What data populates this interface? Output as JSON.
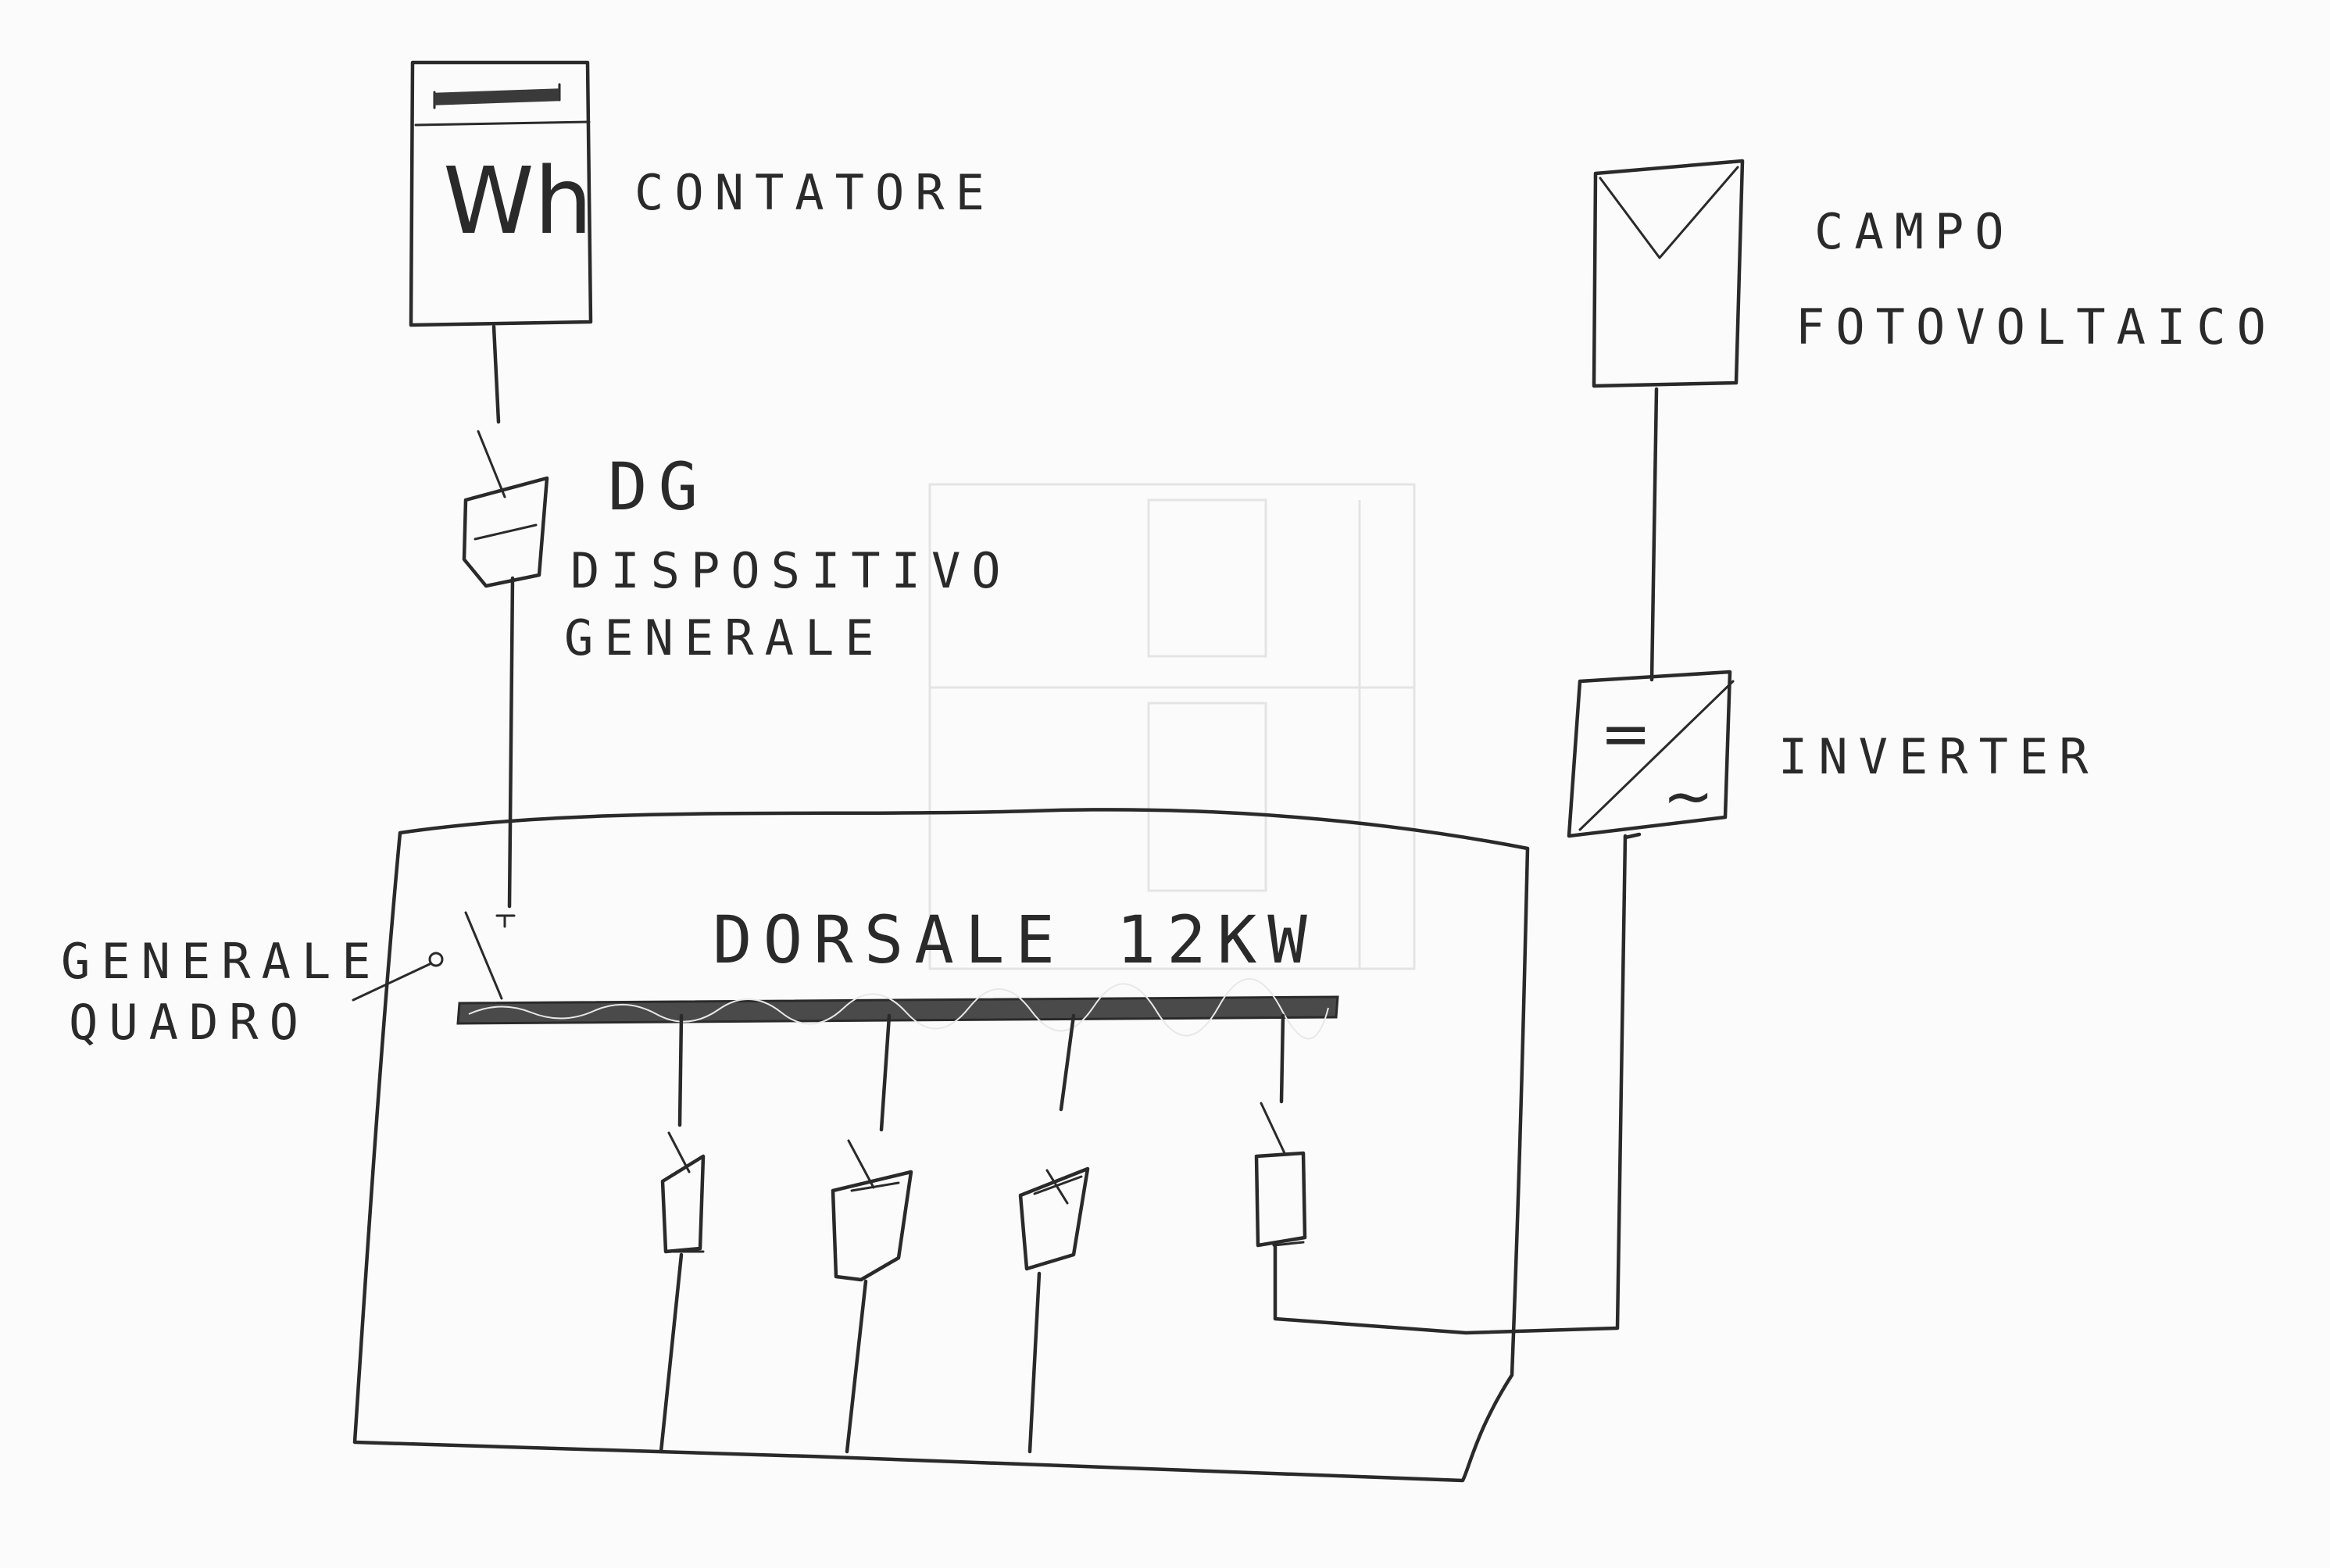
{
  "meter": {
    "symbol": "Wh",
    "label": "CONTATORE"
  },
  "main_device": {
    "code": "DG",
    "label_line1": "DISPOSITIVO",
    "label_line2": "GENERALE"
  },
  "pv_field": {
    "label_line1": "CAMPO",
    "label_line2": "FOTOVOLTAICO"
  },
  "inverter": {
    "label": "INVERTER",
    "dc_symbol": "=",
    "ac_symbol": "~"
  },
  "panel": {
    "main_switch_line1": "GENERALE",
    "main_switch_line2": "QUADRO",
    "busbar_label": "DORSALE 12KW"
  }
}
